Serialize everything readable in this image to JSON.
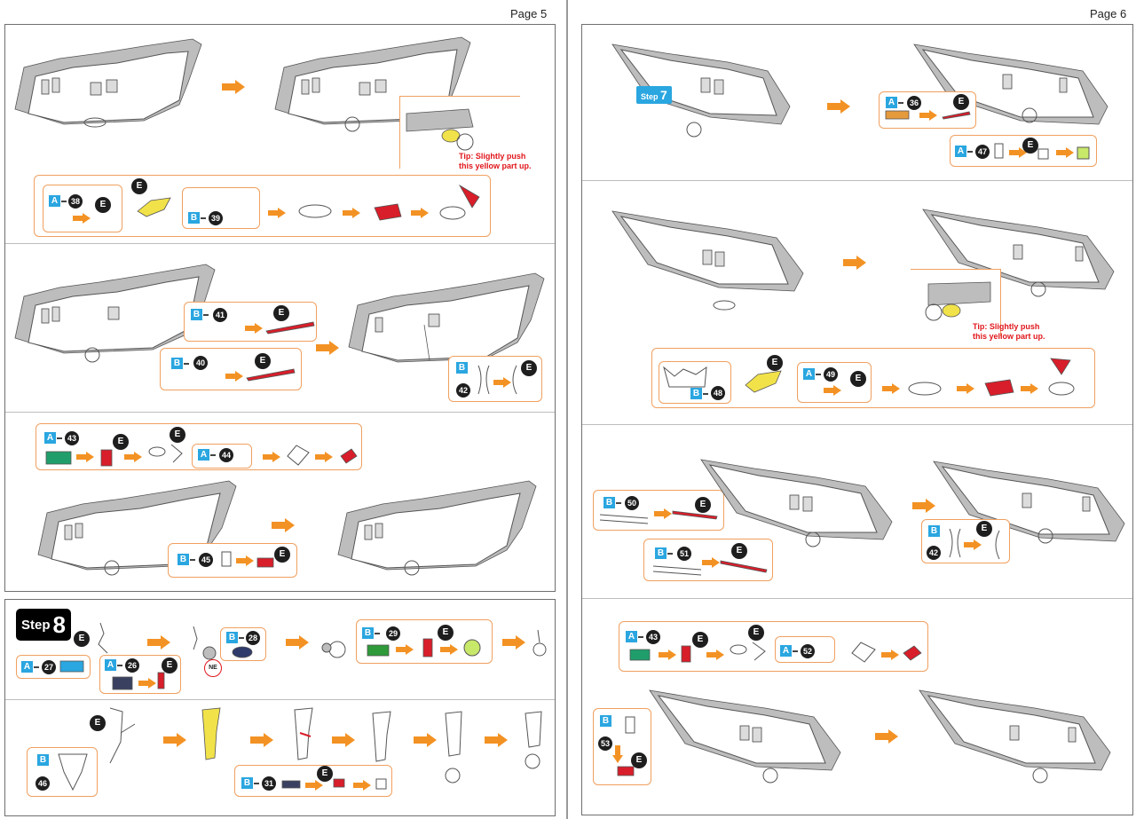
{
  "pages": {
    "left_label": "Page 5",
    "right_label": "Page 6"
  },
  "colors": {
    "arrow": "#f39224",
    "callout_border": "#f0a060",
    "sheet_badge": "#2aa6e0",
    "tip_text": "#e0161b",
    "part_red": "#d81e2a",
    "part_yellow": "#f1e24a",
    "part_green": "#1f9e6b",
    "part_orange": "#e59a3c",
    "fuselage_grey": "#bdbdbd"
  },
  "icons": [
    "helicopter-drawing-icon",
    "orange-arrow-icon",
    "part-outline-icon"
  ],
  "left": {
    "row1": {
      "tip": [
        "Tip: Slightly push",
        "this yellow part up."
      ],
      "callout": {
        "a_letter": "A",
        "a_num": "38",
        "e1": "E",
        "e_top": "E",
        "b_letter": "B",
        "b_num": "39"
      }
    },
    "row2": {
      "c41": {
        "letter": "B",
        "num": "41",
        "e": "E"
      },
      "c40": {
        "letter": "B",
        "num": "40",
        "e": "E"
      },
      "c42": {
        "letter": "B",
        "num": "42",
        "e": "E"
      }
    },
    "row3": {
      "c43": {
        "a_letter": "A",
        "a_num": "43",
        "e1": "E",
        "e2": "E",
        "b_letter": "A",
        "b_num": "44"
      },
      "c45": {
        "letter": "B",
        "num": "45",
        "e": "E"
      }
    },
    "step8": {
      "word": "Step",
      "num": "8",
      "e_top": "E",
      "c27": {
        "letter": "A",
        "num": "27"
      },
      "c26": {
        "letter": "A",
        "num": "26",
        "e": "E"
      },
      "ne": "NE",
      "c28": {
        "letter": "B",
        "num": "28"
      },
      "c29": {
        "letter": "B",
        "num": "29",
        "e": "E"
      },
      "e_row2": "E",
      "c46": {
        "letter": "B",
        "num": "46"
      },
      "c31": {
        "letter": "B",
        "num": "31",
        "e": "E"
      }
    }
  },
  "right": {
    "row1": {
      "step_word": "Step",
      "step_num": "7",
      "c36": {
        "letter": "A",
        "num": "36",
        "e": "E"
      },
      "c47": {
        "letter": "A",
        "num": "47",
        "e": "E"
      }
    },
    "row2": {
      "tip": [
        "Tip: Slightly push",
        "this yellow part up."
      ],
      "callout": {
        "e_top": "E",
        "b_letter": "B",
        "b_num": "48",
        "a_letter": "A",
        "a_num": "49",
        "e2": "E"
      }
    },
    "row3": {
      "c50": {
        "letter": "B",
        "num": "50",
        "e": "E"
      },
      "c51": {
        "letter": "B",
        "num": "51",
        "e": "E"
      },
      "c42": {
        "letter": "B",
        "num": "42",
        "e": "E"
      }
    },
    "row4": {
      "c43": {
        "a_letter": "A",
        "a_num": "43",
        "e1": "E",
        "e2": "E",
        "b_letter": "A",
        "b_num": "52"
      },
      "c53": {
        "letter": "B",
        "num": "53",
        "e": "E"
      }
    }
  }
}
